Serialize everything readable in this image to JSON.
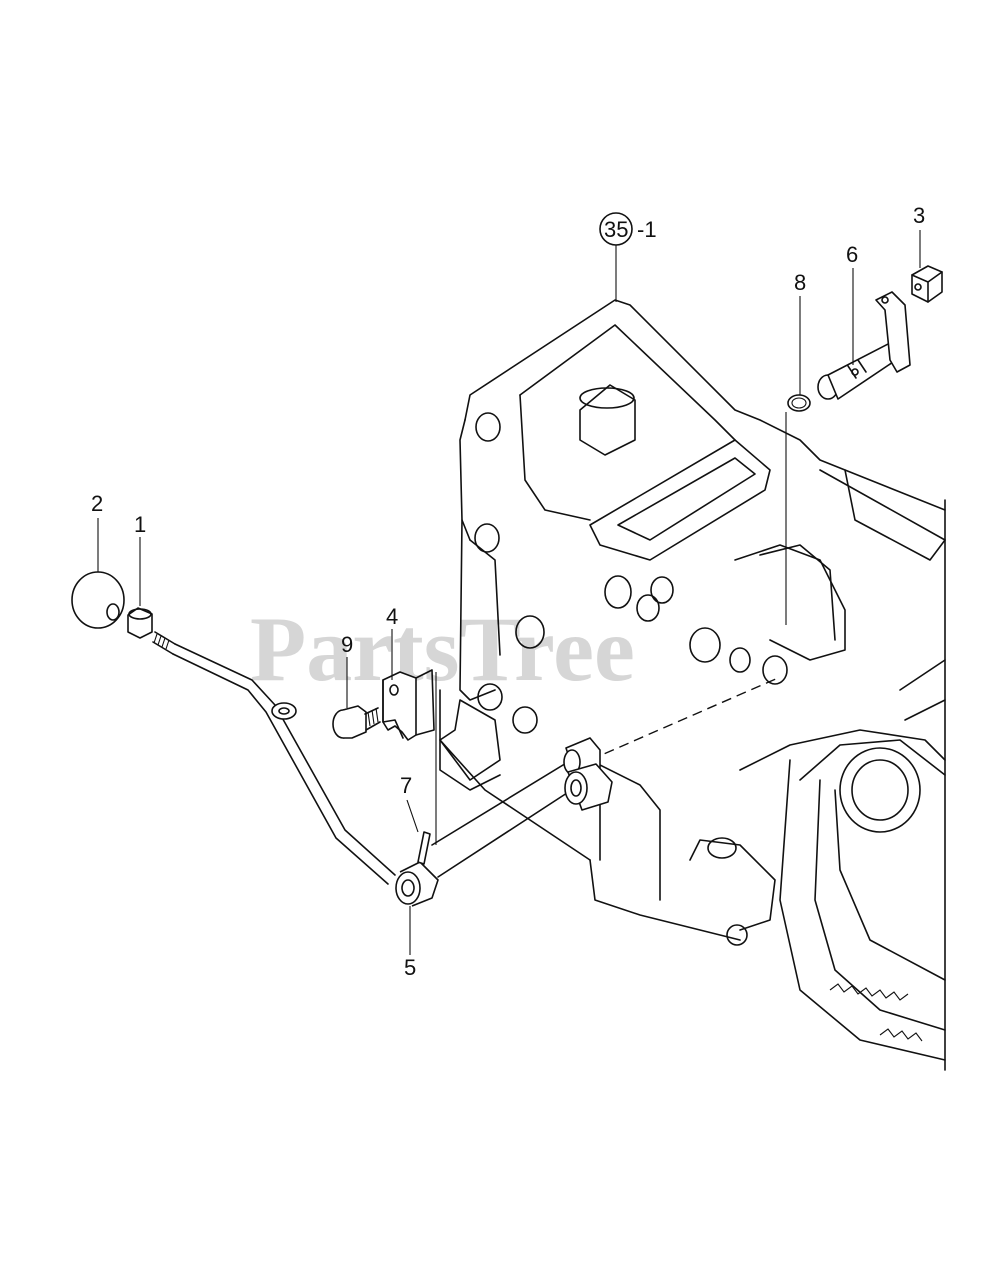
{
  "diagram": {
    "watermark": "PartsTree",
    "callouts": {
      "c1": "1",
      "c2": "2",
      "c3": "3",
      "c4": "4",
      "c5": "5",
      "c6": "6",
      "c7": "7",
      "c8": "8",
      "c9": "9",
      "ref_circle": "35",
      "ref_suffix": "-1"
    }
  }
}
